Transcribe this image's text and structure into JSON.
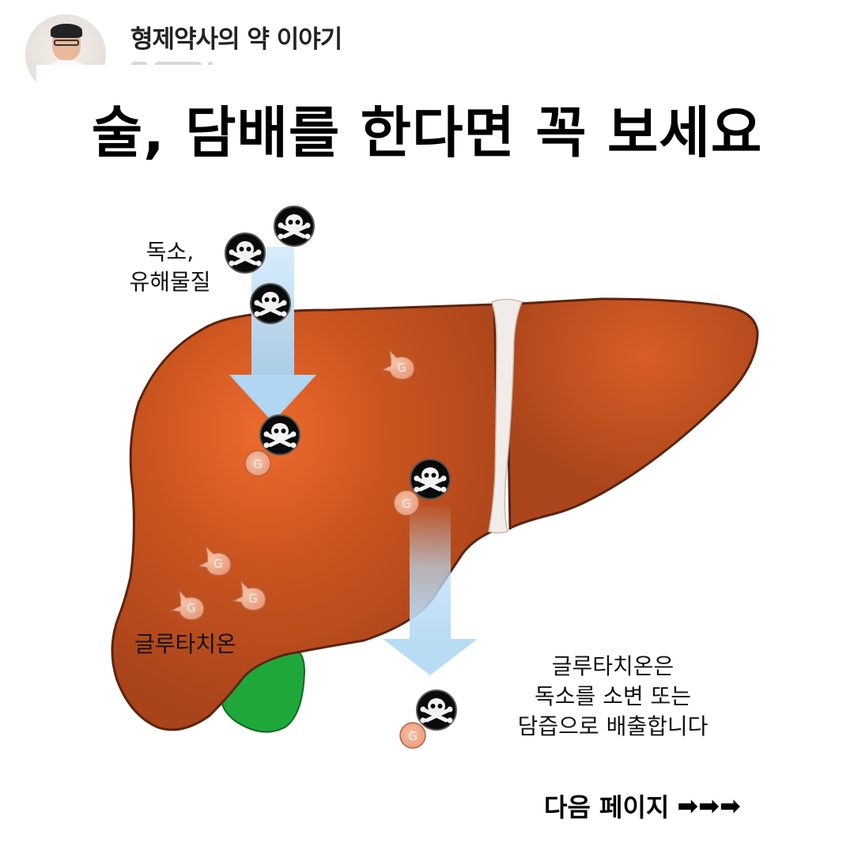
{
  "header": {
    "channel_name": "형제약사의 약 이야기",
    "avatar_icon": "pharmacist-avatar"
  },
  "title": "술, 담배를 한다면 꼭 보세요",
  "diagram": {
    "toxin_label_line1": "독소,",
    "toxin_label_line2": "유해물질",
    "glutathione_label": "글루타치온",
    "explanation_line1": "글루타치온은",
    "explanation_line2": "독소를 소변 또는",
    "explanation_line3": "담즙으로 배출합니다",
    "glutathione_glyph": "G",
    "colors": {
      "liver": "#b84a1e",
      "liver_highlight": "#e8692e",
      "liver_outline": "#5a2410",
      "gallbladder": "#1fa83a",
      "ligament": "#f2ece8",
      "arrow": "#b9dcf5",
      "glutathione": "#f0a88a",
      "toxin_bg": "#0a0a0a"
    }
  },
  "footer": {
    "next_page_label": "다음 페이지",
    "next_arrows": "➡➡➡"
  }
}
